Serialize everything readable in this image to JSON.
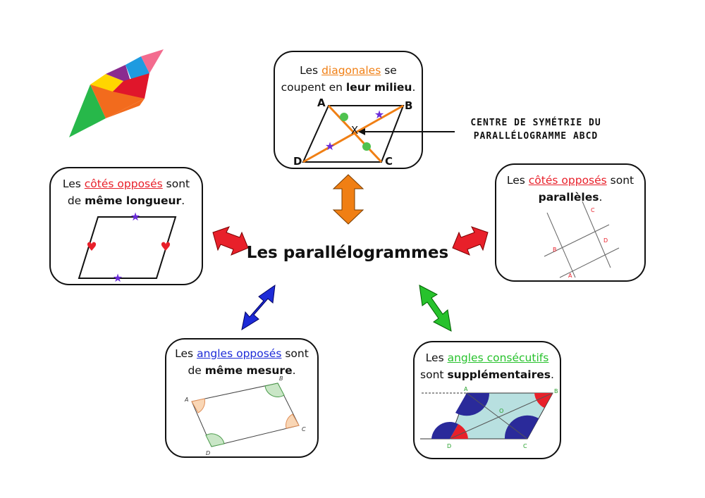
{
  "title": "Les parallélogrammes",
  "annotation": {
    "line1": "Centre de symétrie du",
    "line2": "parallélogramme ABCD"
  },
  "cards": {
    "diagonales": {
      "w1": "Les",
      "key": "diagonales",
      "w2": "se",
      "w3": "coupent en",
      "bold": "leur milieu",
      "end": ".",
      "vertices": [
        "A",
        "B",
        "C",
        "D"
      ],
      "center_mark": "X"
    },
    "cotes_longueur": {
      "w1": "Les",
      "key": "côtés opposés",
      "w2": "sont",
      "w3": "de",
      "bold": "même longueur",
      "end": "."
    },
    "cotes_paralleles": {
      "w1": "Les",
      "key": "côtés opposés",
      "w2": "sont",
      "bold": "parallèles",
      "end": ".",
      "points": [
        "C",
        "B",
        "D",
        "A"
      ]
    },
    "angles_opposes": {
      "w1": "Les",
      "key": "angles opposés",
      "w2": "sont",
      "w3": "de",
      "bold": "même mesure",
      "end": ".",
      "vertices": [
        "A",
        "B",
        "C",
        "D"
      ]
    },
    "angles_consecutifs": {
      "w1": "Les",
      "key": "angles consécutifs",
      "w2": "sont",
      "bold": "supplémentaires",
      "end": ".",
      "vertices": [
        "A",
        "B",
        "C",
        "D"
      ],
      "center": "O"
    }
  },
  "colors": {
    "orange": "#f07f14",
    "red": "#e8202a",
    "blue": "#1d2bd8",
    "green": "#27c22c",
    "star": "#6a2bd8",
    "dot": "#4fc24f"
  }
}
